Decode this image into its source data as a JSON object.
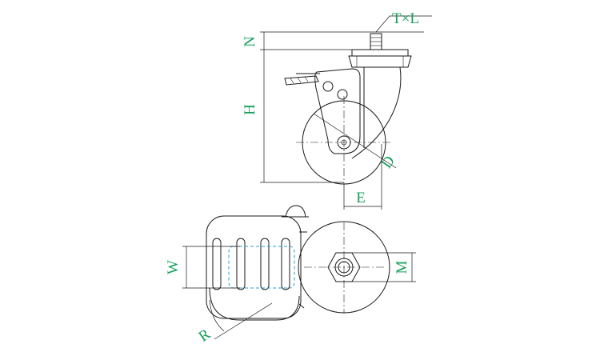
{
  "labels": {
    "tl": "T×L",
    "n": "N",
    "h": "H",
    "d": "D",
    "e": "E",
    "w": "W",
    "m": "M",
    "r": "R"
  },
  "colors": {
    "label": "#16a05a",
    "hidden_line": "#2a9fd6",
    "line": "#1a1a1a"
  }
}
